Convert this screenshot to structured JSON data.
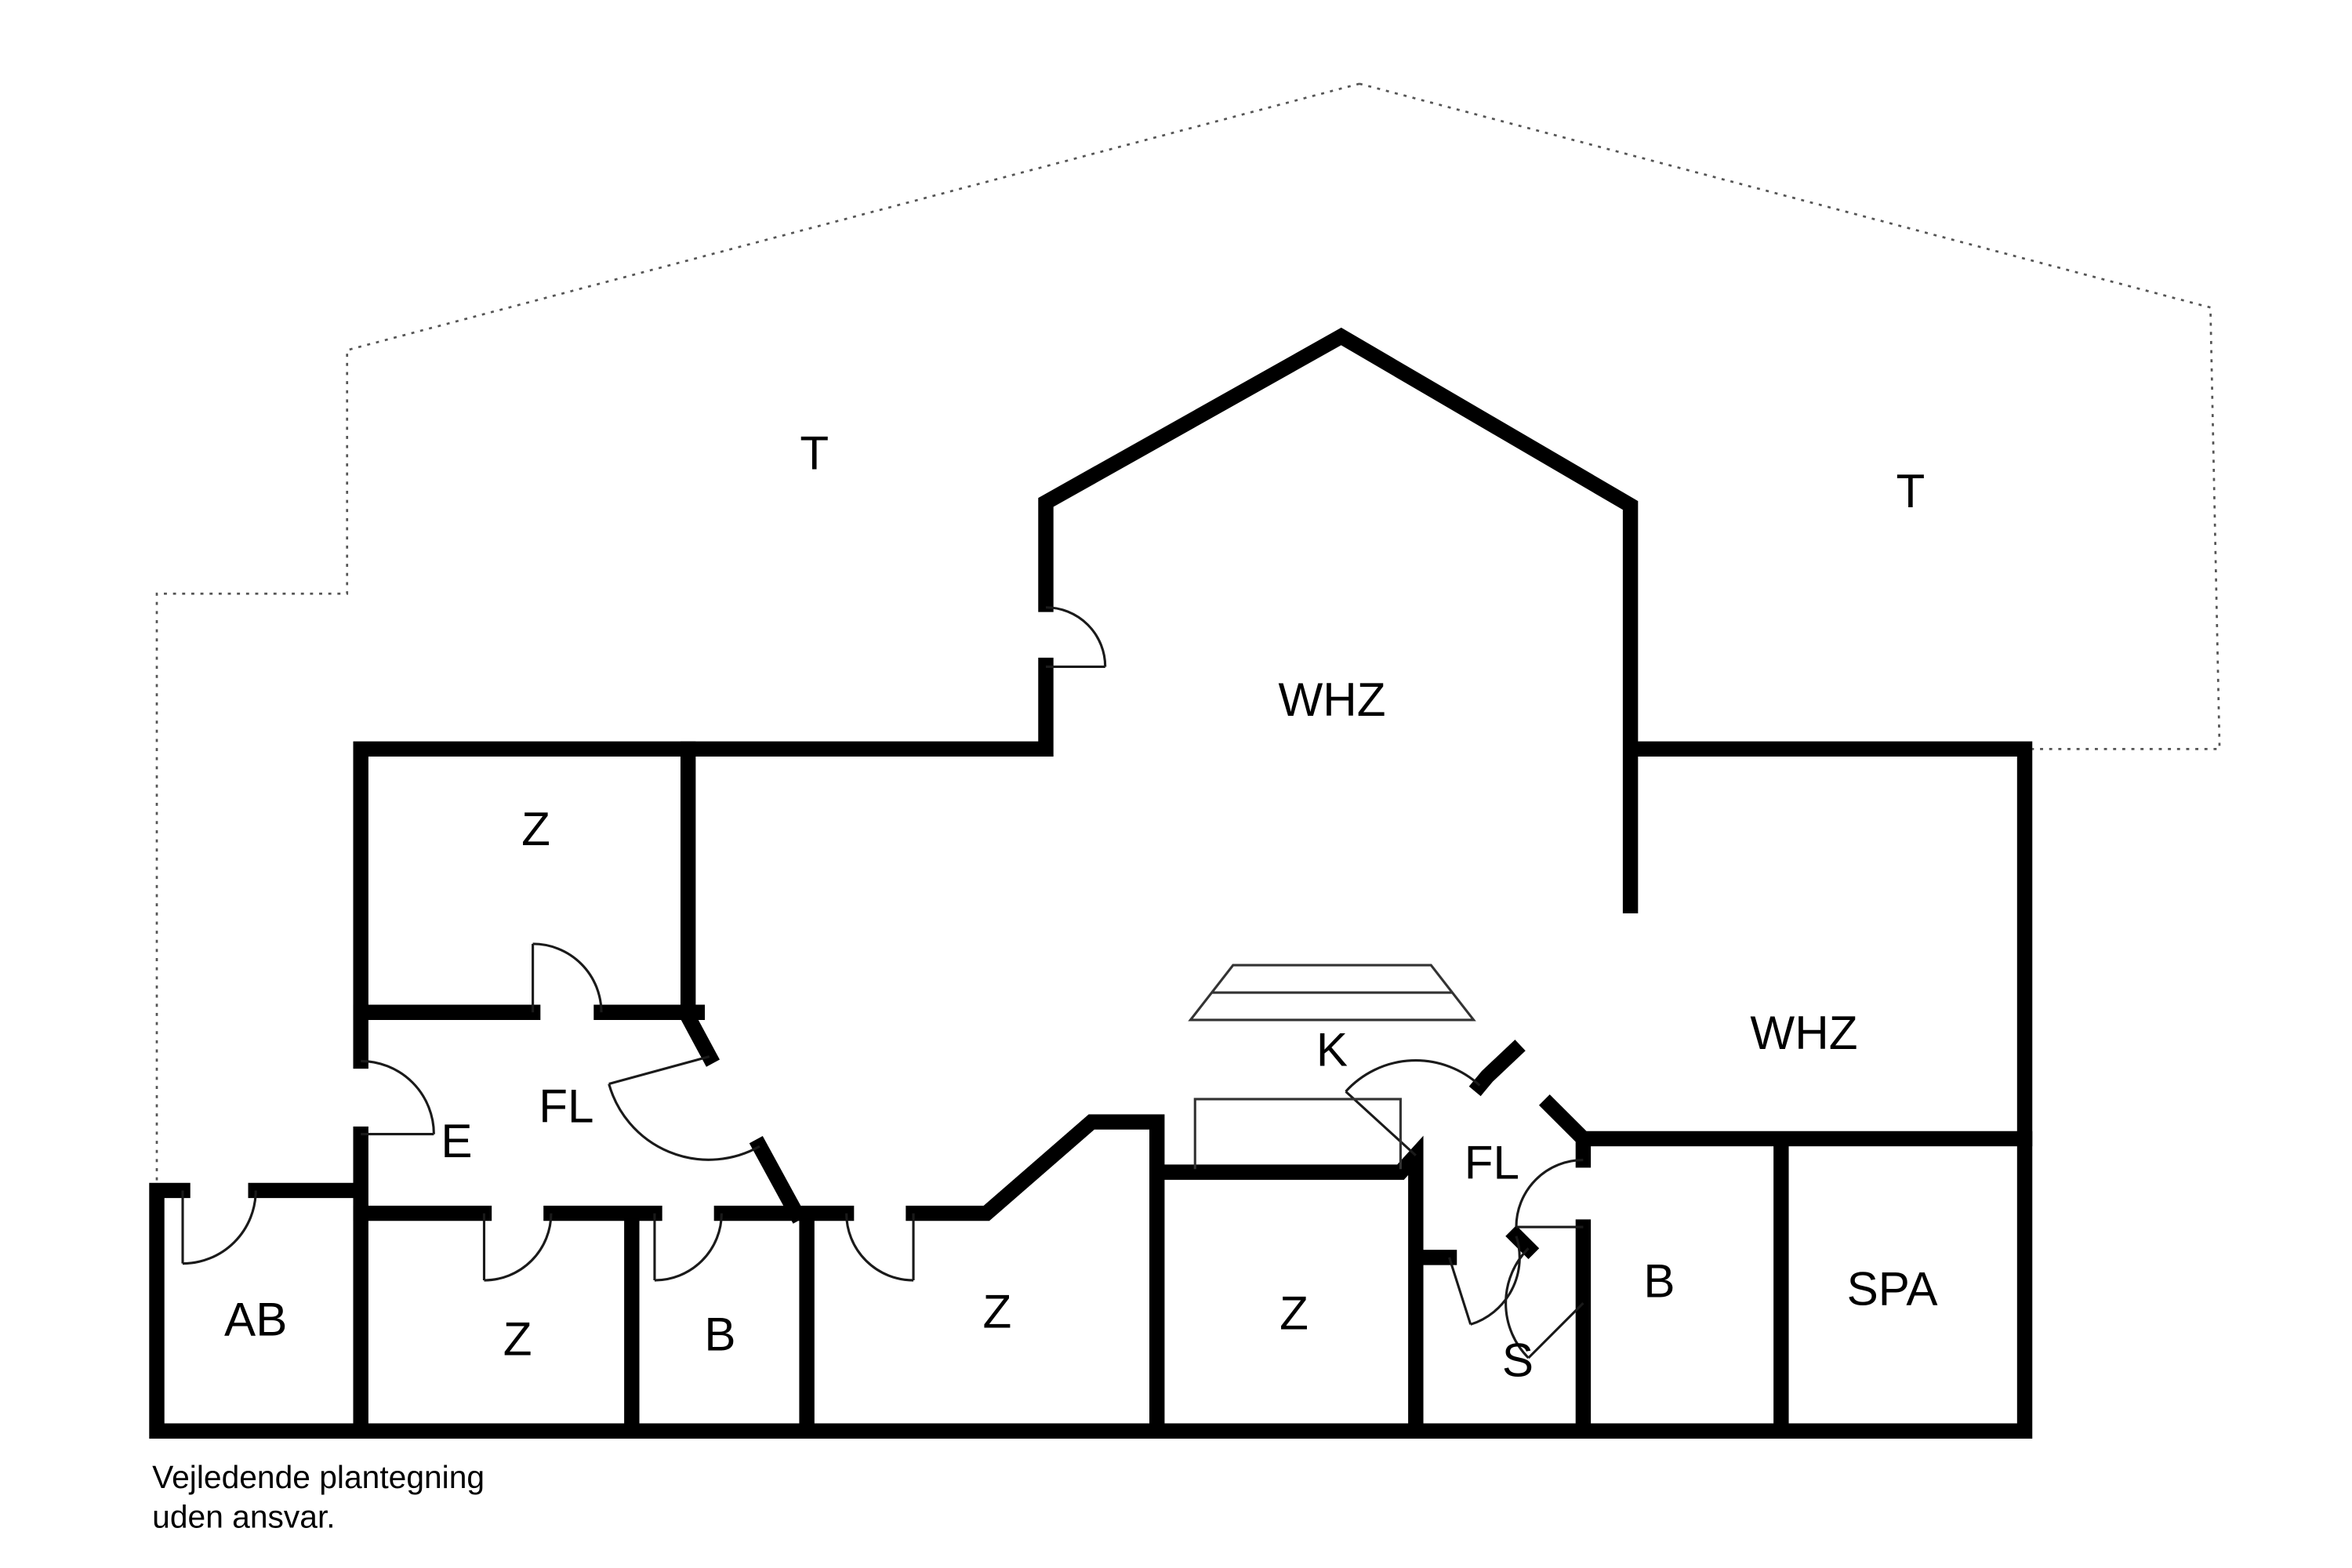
{
  "title": "Floor plan",
  "colors": {
    "wall": "#000000",
    "background": "#ffffff",
    "terrace_outline": "#555555"
  },
  "disclaimer": {
    "line1": "Vejledende plantegning",
    "line2": "uden ansvar."
  },
  "rooms": [
    {
      "id": "terrace-west",
      "label": "T"
    },
    {
      "id": "terrace-east",
      "label": "T"
    },
    {
      "id": "living-room-main",
      "label": "WHZ"
    },
    {
      "id": "bedroom-northwest",
      "label": "Z"
    },
    {
      "id": "living-room-east",
      "label": "WHZ"
    },
    {
      "id": "kitchen",
      "label": "K"
    },
    {
      "id": "hallway-west",
      "label": "FL"
    },
    {
      "id": "entrance",
      "label": "E"
    },
    {
      "id": "hallway-east",
      "label": "FL"
    },
    {
      "id": "annex",
      "label": "AB"
    },
    {
      "id": "bedroom-southwest",
      "label": "Z"
    },
    {
      "id": "bathroom-west",
      "label": "B"
    },
    {
      "id": "bedroom-south-mid",
      "label": "Z"
    },
    {
      "id": "bedroom-south",
      "label": "Z"
    },
    {
      "id": "bathroom-east",
      "label": "B"
    },
    {
      "id": "sauna",
      "label": "S"
    },
    {
      "id": "spa",
      "label": "SPA"
    }
  ]
}
